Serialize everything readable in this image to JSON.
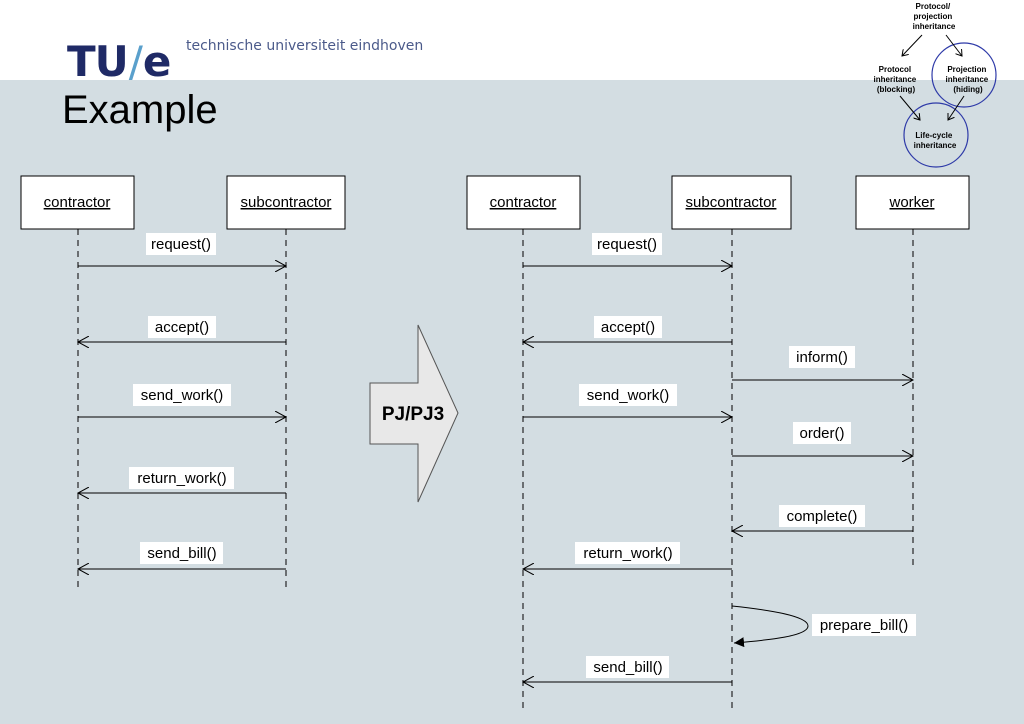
{
  "header": {
    "logo_tu": "TU",
    "logo_slash": "/",
    "logo_e": "e",
    "university": "technische universiteit eindhoven",
    "title": "Example"
  },
  "inheritance_diagram": {
    "top": [
      "Protocol/",
      "projection",
      "inheritance"
    ],
    "left": [
      "Protocol",
      "inheritance",
      "(blocking)"
    ],
    "right": [
      "Projection",
      "inheritance",
      "(hiding)"
    ],
    "bottom": [
      "Life-cycle",
      "inheritance"
    ]
  },
  "transform_arrow": {
    "label": "PJ/PJ3"
  },
  "left_diagram": {
    "actors": [
      "contractor",
      "subcontractor"
    ],
    "messages": [
      {
        "label": "request()",
        "from": "contractor",
        "to": "subcontractor"
      },
      {
        "label": "accept()",
        "from": "subcontractor",
        "to": "contractor"
      },
      {
        "label": "send_work()",
        "from": "contractor",
        "to": "subcontractor"
      },
      {
        "label": "return_work()",
        "from": "subcontractor",
        "to": "contractor"
      },
      {
        "label": "send_bill()",
        "from": "subcontractor",
        "to": "contractor"
      }
    ]
  },
  "right_diagram": {
    "actors": [
      "contractor",
      "subcontractor",
      "worker"
    ],
    "messages": [
      {
        "label": "request()",
        "from": "contractor",
        "to": "subcontractor"
      },
      {
        "label": "accept()",
        "from": "subcontractor",
        "to": "contractor"
      },
      {
        "label": "inform()",
        "from": "subcontractor",
        "to": "worker"
      },
      {
        "label": "send_work()",
        "from": "contractor",
        "to": "subcontractor"
      },
      {
        "label": "order()",
        "from": "subcontractor",
        "to": "worker"
      },
      {
        "label": "complete()",
        "from": "worker",
        "to": "subcontractor"
      },
      {
        "label": "return_work()",
        "from": "subcontractor",
        "to": "contractor"
      },
      {
        "label": "prepare_bill()",
        "from": "subcontractor",
        "to": "subcontractor"
      },
      {
        "label": "send_bill()",
        "from": "subcontractor",
        "to": "contractor"
      }
    ]
  },
  "colors": {
    "background_band": "#d3dde2",
    "logo_blue": "#1f2a66",
    "logo_light_blue": "#5aa0cc",
    "circle_blue": "#2e3aa8",
    "arrow_fill": "#e8e8e8"
  }
}
